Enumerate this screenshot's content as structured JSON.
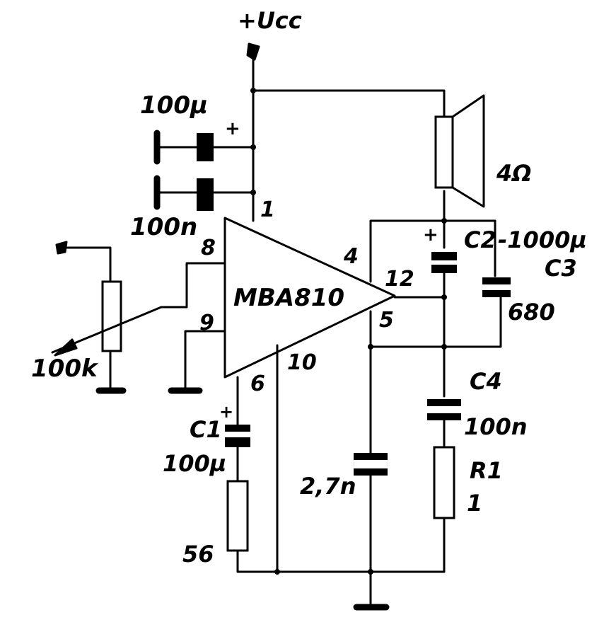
{
  "supply_label": "+Ucc",
  "ic": {
    "name": "MBA810"
  },
  "pins": {
    "p1": "1",
    "p4": "4",
    "p5": "5",
    "p6": "6",
    "p8": "8",
    "p9": "9",
    "p10": "10",
    "p12": "12"
  },
  "components": {
    "cap_100u_supply": "100µ",
    "cap_100n_supply": "100n",
    "pot": "100k",
    "speaker": "4Ω",
    "c2_name": "C2",
    "c2_value": "-1000µ",
    "c3_name": "C3",
    "c3_value": "680",
    "c4_name": "C4",
    "c4_value": "100n",
    "r1_name": "R1",
    "r1_value": "1",
    "c1_name": "C1",
    "c1_value": "100µ",
    "r_56": "56",
    "cap_27n": "2,7n",
    "plus_sign": "+"
  }
}
